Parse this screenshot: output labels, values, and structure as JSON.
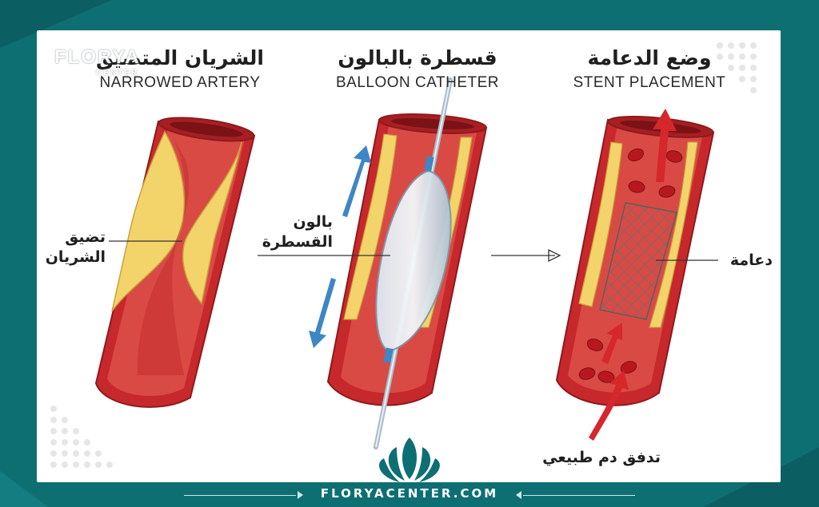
{
  "panels": [
    {
      "title_ar": "الشريان المتضيق",
      "title_en": "NARROWED ARTERY"
    },
    {
      "title_ar": "قسطرة بالبالون",
      "title_en": "BALLOON CATHETER"
    },
    {
      "title_ar": "وضع الدعامة",
      "title_en": "STENT PLACEMENT"
    }
  ],
  "callouts": {
    "stenosis": [
      "تضيق",
      "الشريان"
    ],
    "balloon": [
      "بالون",
      "القسطرة"
    ],
    "stent": "دعامة",
    "flow": "تدفق دم طبيعي"
  },
  "brand": {
    "logo": "FLORYA",
    "logo_sub": "CENTER",
    "footer": "FLORYACENTER.COM"
  },
  "colors": {
    "frame": "#0e6f73",
    "artery": "#c7282c",
    "plaque": "#f3d46b",
    "balloon": "#b9ccd9",
    "arrow_blue": "#3f86c4",
    "arrow_red": "#d6272b"
  }
}
